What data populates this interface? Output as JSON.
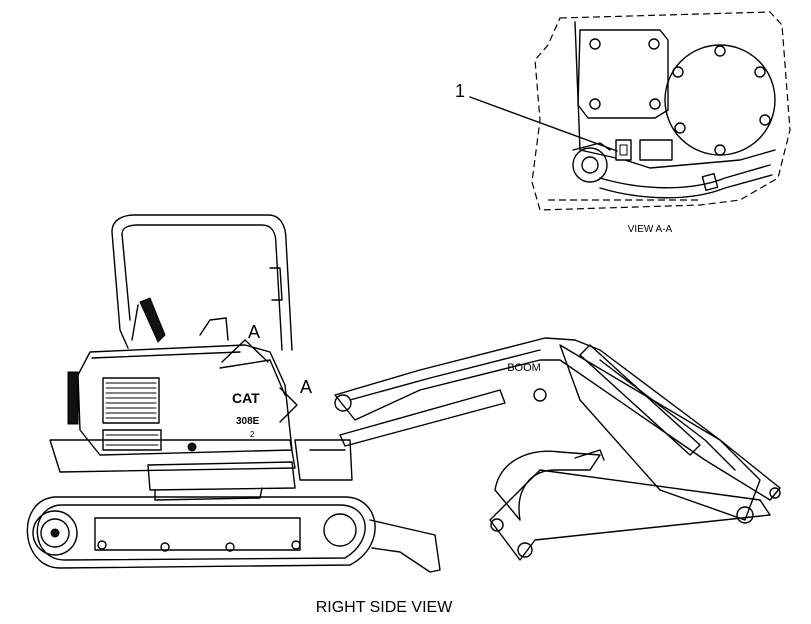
{
  "labels": {
    "callout_number": "1",
    "view_detail": "VIEW A-A",
    "section_letter_top": "A",
    "section_letter_right": "A",
    "boom": "BOOM",
    "view_main": "RIGHT SIDE VIEW",
    "model_badge": "308E",
    "model_suffix": "2",
    "brand_logo": "CAT"
  },
  "colors": {
    "line": "#000000",
    "background": "#ffffff"
  }
}
